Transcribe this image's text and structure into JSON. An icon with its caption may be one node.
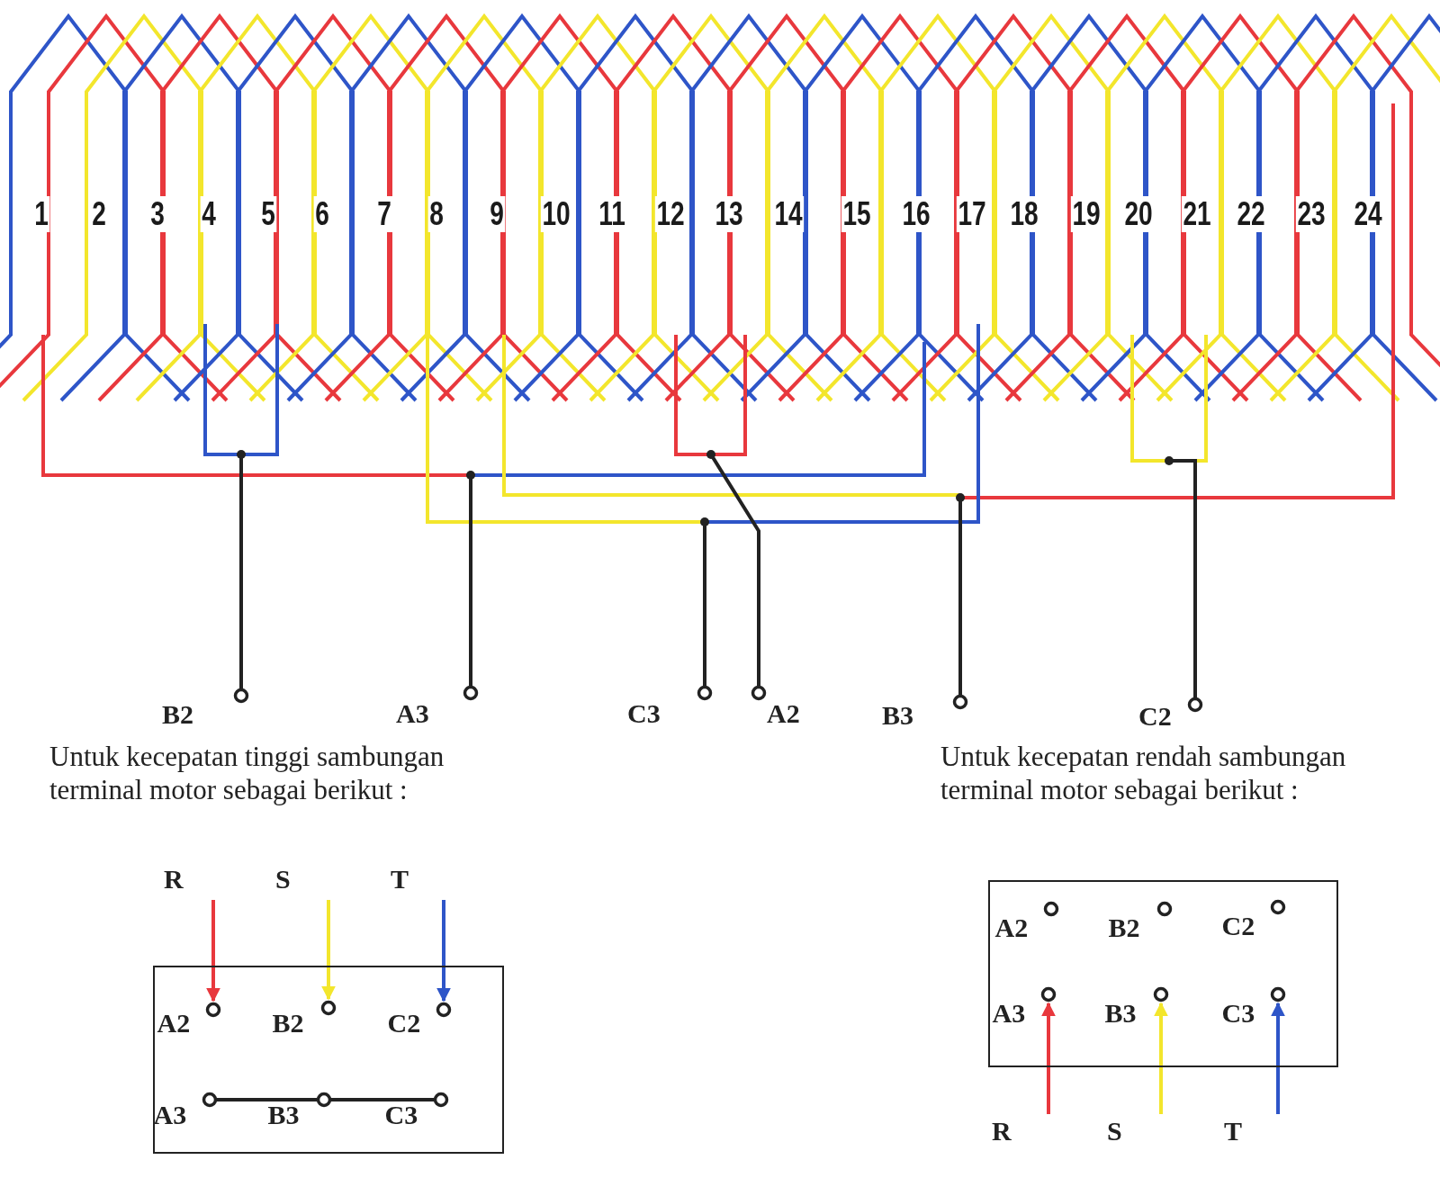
{
  "diagram": {
    "nodes": [
      {
        "text": [],
        "shape": "picture"
      },
      {
        "text": [
          "B2"
        ]
      },
      {
        "text": [
          "A3"
        ]
      },
      {
        "text": [
          "C3"
        ]
      },
      {
        "text": [
          "A2"
        ]
      },
      {
        "text": [
          "B3"
        ]
      },
      {
        "text": [
          "C2"
        ]
      },
      {
        "text": [
          "R"
        ]
      },
      {
        "text": [
          "S"
        ]
      },
      {
        "text": [
          "T"
        ]
      },
      {
        "text": [],
        "shape": "box"
      },
      {
        "text": [
          "A2"
        ],
        "in": 10
      },
      {
        "text": [
          "B2"
        ],
        "in": 10
      },
      {
        "text": [
          "C2"
        ],
        "in": 10
      },
      {
        "text": [
          "A3"
        ],
        "in": 10
      },
      {
        "text": [
          "B3"
        ],
        "in": 10
      },
      {
        "text": [
          "C3"
        ],
        "in": 10
      },
      {
        "text": [],
        "shape": "box"
      },
      {
        "text": [
          "A2"
        ],
        "in": 17
      },
      {
        "text": [
          "B2"
        ],
        "in": 17
      },
      {
        "text": [
          "C2"
        ],
        "in": 17
      },
      {
        "text": [
          "A3"
        ],
        "in": 17
      },
      {
        "text": [
          "B3"
        ],
        "in": 17
      },
      {
        "text": [
          "C3"
        ],
        "in": 17
      },
      {
        "text": [
          "R"
        ]
      },
      {
        "text": [
          "S"
        ]
      },
      {
        "text": [
          "T"
        ]
      }
    ],
    "edges": [
      {
        "from": 0,
        "to": 1,
        "arrow": "none"
      },
      {
        "from": 0,
        "to": 2,
        "arrow": "none"
      },
      {
        "from": 0,
        "to": 3,
        "arrow": "none"
      },
      {
        "from": 0,
        "to": 4,
        "arrow": "none"
      },
      {
        "from": 0,
        "to": 5,
        "arrow": "none"
      },
      {
        "from": 0,
        "to": 6,
        "arrow": "none"
      },
      {
        "from": 7,
        "to": 11,
        "arrow": "to",
        "color": "#e8383d"
      },
      {
        "from": 8,
        "to": 12,
        "arrow": "to",
        "color": "#f3e62c"
      },
      {
        "from": 9,
        "to": 13,
        "arrow": "to",
        "color": "#2e55c8"
      },
      {
        "from": 14,
        "to": 15,
        "arrow": "none"
      },
      {
        "from": 15,
        "to": 16,
        "arrow": "none"
      },
      {
        "from": 24,
        "to": 21,
        "arrow": "to",
        "color": "#e8383d"
      },
      {
        "from": 25,
        "to": 22,
        "arrow": "to",
        "color": "#f3e62c"
      },
      {
        "from": 26,
        "to": 23,
        "arrow": "to",
        "color": "#2e55c8"
      }
    ],
    "labels": [
      "1",
      "2",
      "3",
      "4",
      "5",
      "6",
      "7",
      "8",
      "9",
      "10",
      "11",
      "12",
      "13",
      "14",
      "15",
      "16",
      "17",
      "18",
      "19",
      "20",
      "21",
      "22",
      "23",
      "24",
      "Untuk kecepatan tinggi sambungan terminal motor sebagai berikut :",
      "Untuk kecepatan rendah sambungan terminal motor sebagai berikut :"
    ]
  }
}
